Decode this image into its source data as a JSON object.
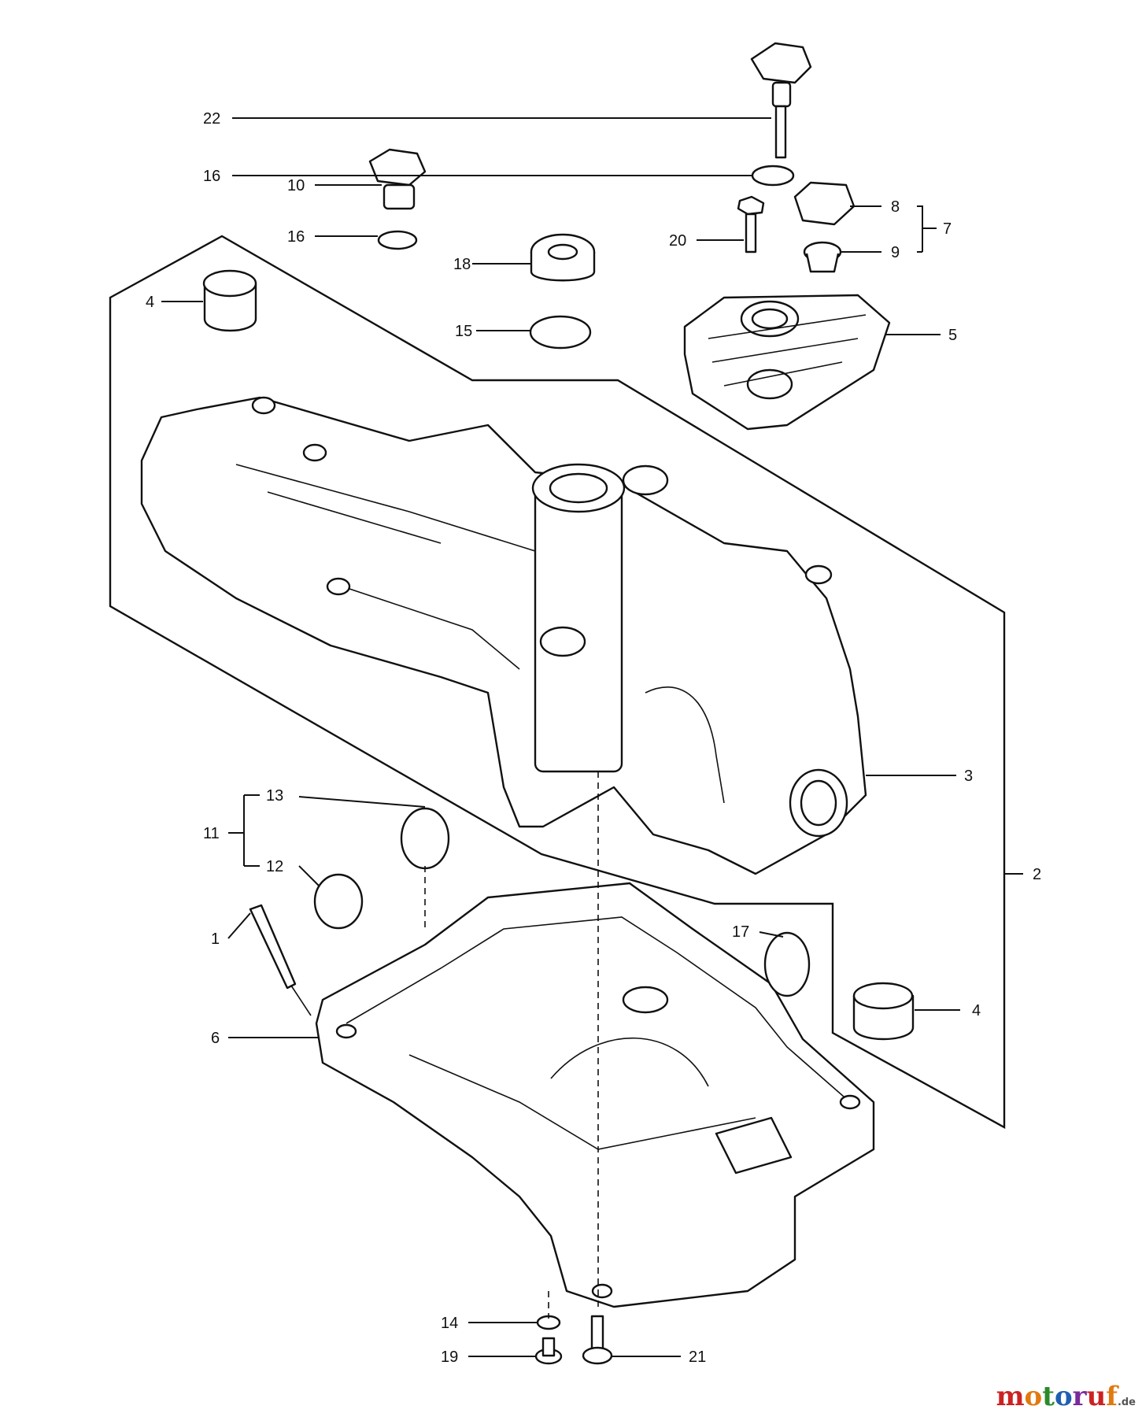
{
  "callouts": [
    {
      "id": "22",
      "label": "22"
    },
    {
      "id": "16a",
      "label": "16"
    },
    {
      "id": "8",
      "label": "8"
    },
    {
      "id": "7",
      "label": "7"
    },
    {
      "id": "10",
      "label": "10"
    },
    {
      "id": "16b",
      "label": "16"
    },
    {
      "id": "20",
      "label": "20"
    },
    {
      "id": "9",
      "label": "9"
    },
    {
      "id": "18",
      "label": "18"
    },
    {
      "id": "4a",
      "label": "4"
    },
    {
      "id": "15",
      "label": "15"
    },
    {
      "id": "5",
      "label": "5"
    },
    {
      "id": "3",
      "label": "3"
    },
    {
      "id": "13",
      "label": "13"
    },
    {
      "id": "11",
      "label": "11"
    },
    {
      "id": "12",
      "label": "12"
    },
    {
      "id": "2",
      "label": "2"
    },
    {
      "id": "17",
      "label": "17"
    },
    {
      "id": "1",
      "label": "1"
    },
    {
      "id": "4b",
      "label": "4"
    },
    {
      "id": "6",
      "label": "6"
    },
    {
      "id": "14",
      "label": "14"
    },
    {
      "id": "19",
      "label": "19"
    },
    {
      "id": "21",
      "label": "21"
    }
  ],
  "watermark": {
    "brand": "motoruf",
    "suffix": ".de",
    "colors": [
      "#cc2222",
      "#e07a10",
      "#2a8a2a",
      "#1f5fb0",
      "#7a2a9a",
      "#cc2222",
      "#e07a10"
    ]
  }
}
